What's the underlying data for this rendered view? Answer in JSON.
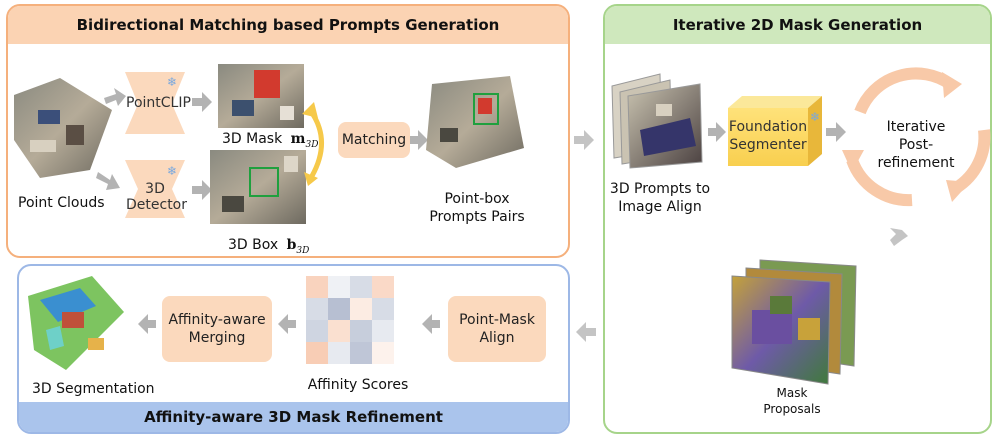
{
  "panels": {
    "prompts_generation": {
      "title": "Bidirectional Matching based Prompts Generation"
    },
    "mask_generation": {
      "title": "Iterative 2D Mask Generation"
    },
    "mask_refinement": {
      "title": "Affinity-aware 3D Mask Refinement"
    }
  },
  "prompts": {
    "point_clouds": "Point Clouds",
    "pointclip": "PointCLIP",
    "detector_line1": "3D",
    "detector_line2": "Detector",
    "mask_label": "3D Mask",
    "mask_symbol": "m",
    "mask_sub": "3D",
    "box_label": "3D Box",
    "box_symbol": "b",
    "box_sub": "3D",
    "matching": "Matching",
    "pairs_line1": "Point-box",
    "pairs_line2": "Prompts Pairs"
  },
  "mask_gen": {
    "align_line1": "3D Prompts to",
    "align_line2": "Image Align",
    "foundation_line1": "Foundation",
    "foundation_line2": "Segmenter",
    "iterative_line1": "Iterative",
    "iterative_line2": "Post-",
    "iterative_line3": "refinement",
    "proposals_line1": "Mask",
    "proposals_line2": "Proposals"
  },
  "refine": {
    "point_mask_line1": "Point-Mask",
    "point_mask_line2": "Align",
    "affinity_scores": "Affinity Scores",
    "merging_line1": "Affinity-aware",
    "merging_line2": "Merging",
    "segmentation": "3D Segmentation"
  },
  "icons": {
    "frozen": "snowflake-icon"
  },
  "colors": {
    "orange_border": "#f5b07c",
    "orange_header": "#fbd3b3",
    "green_border": "#a6d48a",
    "green_header": "#cfe8bd",
    "blue_border": "#9db8e6",
    "blue_header": "#aac4ec",
    "arrow": "#b3b3b3",
    "yellow_arrow": "#f6c94a"
  },
  "affinity_matrix": [
    [
      0.7,
      0.2,
      0.5,
      0.6
    ],
    [
      0.5,
      0.9,
      0.3,
      0.5
    ],
    [
      0.6,
      0.5,
      0.7,
      0.3
    ],
    [
      0.8,
      0.3,
      0.8,
      0.2
    ]
  ]
}
